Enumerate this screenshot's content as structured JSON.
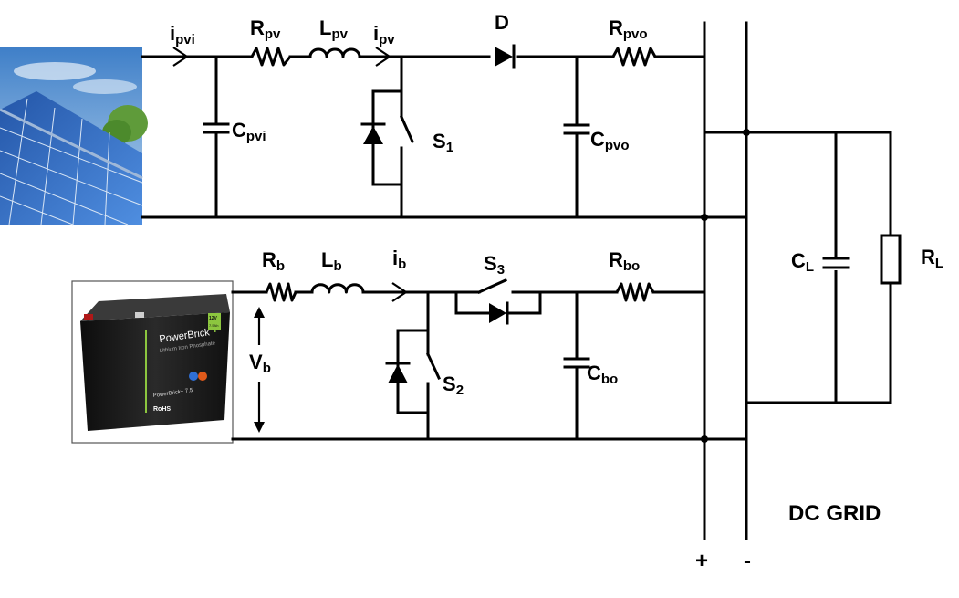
{
  "labels": {
    "i_pvi": {
      "main": "i",
      "sub": "pvi"
    },
    "R_pv": {
      "main": "R",
      "sub": "pv"
    },
    "L_pv": {
      "main": "L",
      "sub": "pv"
    },
    "i_pv": {
      "main": "i",
      "sub": "pv"
    },
    "D": {
      "main": "D",
      "sub": ""
    },
    "R_pvo": {
      "main": "R",
      "sub": "pvo"
    },
    "C_pvi": {
      "main": "C",
      "sub": "pvi"
    },
    "S1": {
      "main": "S",
      "sub": "1"
    },
    "C_pvo": {
      "main": "C",
      "sub": "pvo"
    },
    "R_b": {
      "main": "R",
      "sub": "b"
    },
    "L_b": {
      "main": "L",
      "sub": "b"
    },
    "i_b": {
      "main": "i",
      "sub": "b"
    },
    "S3": {
      "main": "S",
      "sub": "3"
    },
    "R_bo": {
      "main": "R",
      "sub": "bo"
    },
    "V_b": {
      "main": "V",
      "sub": "b"
    },
    "S2": {
      "main": "S",
      "sub": "2"
    },
    "C_bo": {
      "main": "C",
      "sub": "bo"
    },
    "C_L": {
      "main": "C",
      "sub": "L"
    },
    "R_L": {
      "main": "R",
      "sub": "L"
    },
    "dc_grid": "DC GRID",
    "plus": "+",
    "minus": "-"
  },
  "battery": {
    "brand": "PowerBrick",
    "brand_mark": "+",
    "tagline": "Lithium Iron Phosphate",
    "model": "PowerBrick+ 7.5",
    "badge_top": "12V",
    "badge_bottom": "7.5Ah",
    "rohs": "RoHS"
  },
  "colors": {
    "wire": "#000000",
    "sky": "#6fa3d6",
    "panel": "#2b5fb8",
    "battery_body": "#1a1a1a",
    "battery_accent": "#8cc63f"
  },
  "icons": {
    "solar_panel": "solar-panel-photo",
    "battery": "battery-photo"
  }
}
